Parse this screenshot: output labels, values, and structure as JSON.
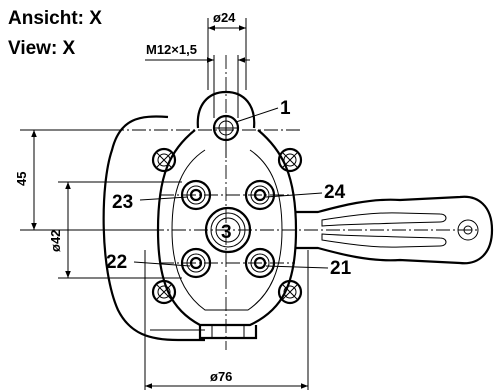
{
  "title": {
    "de": "Ansicht: X",
    "en": "View: X"
  },
  "dimensions": {
    "top_diameter": "ø24",
    "thread": "M12×1,5",
    "height_left": "45",
    "diameter_left": "ø42",
    "bottom_diameter": "ø76"
  },
  "callouts": [
    "1",
    "23",
    "24",
    "3",
    "22",
    "21"
  ]
}
